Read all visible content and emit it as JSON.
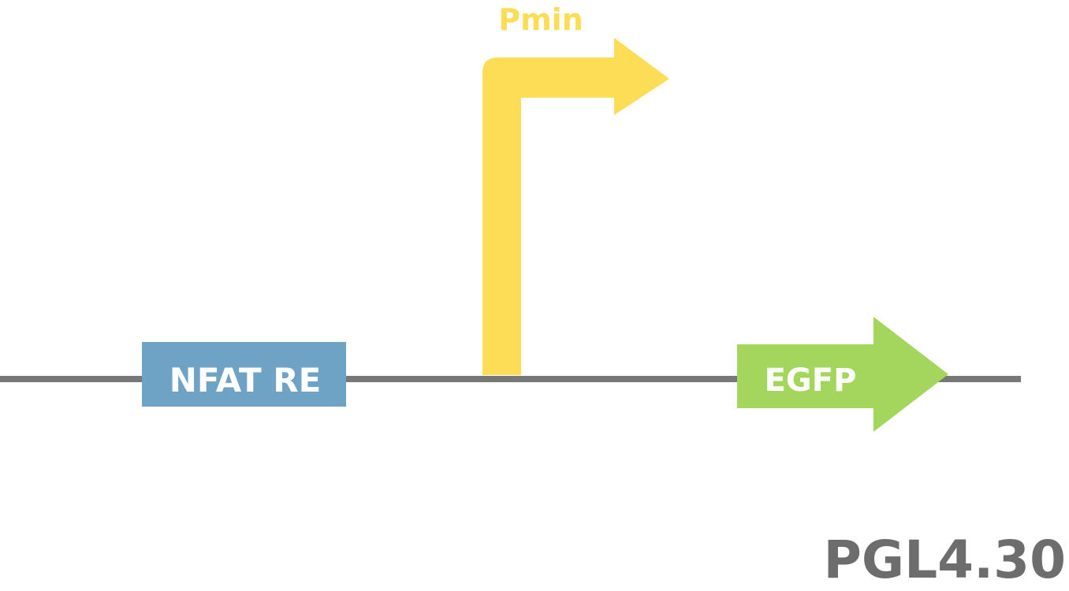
{
  "diagram": {
    "promoter": {
      "label": "Pmin"
    },
    "response_element": {
      "label": "NFAT RE"
    },
    "reporter": {
      "label": "EGFP"
    },
    "vector": {
      "label": "PGL4.30"
    }
  },
  "colors": {
    "dna_line": "#777777",
    "promoter": "#fddd55",
    "response_element": "#6fa3c6",
    "reporter": "#a4d65e",
    "label_on_box": "#ffffff",
    "vector_label": "#6d6d6d"
  }
}
